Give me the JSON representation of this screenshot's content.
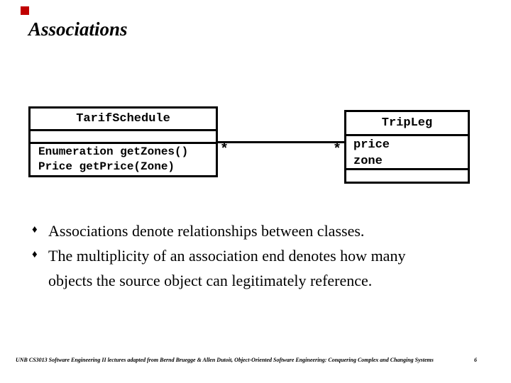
{
  "slide": {
    "title": "Associations",
    "bullet_char": "♦",
    "accent_color": "#c00000",
    "page_number": "6",
    "footer": "UNB CS3013 Software Engineering II lectures adapted from Bernd Bruegge & Allen Dutoit, Object-Oriented Software Engineering: Conquering Complex and Changing Systems"
  },
  "diagram": {
    "type": "uml-class-diagram",
    "classes": [
      {
        "name": "TarifSchedule",
        "attributes": [],
        "operations": [
          "Enumeration getZones()",
          "Price getPrice(Zone)"
        ]
      },
      {
        "name": "TripLeg",
        "attributes": [
          "price",
          "zone"
        ],
        "operations": []
      }
    ],
    "association": {
      "from": "TarifSchedule",
      "to": "TripLeg",
      "from_multiplicity": "*",
      "to_multiplicity": "*"
    }
  },
  "bullets": [
    {
      "lines": [
        "Associations denote relationships between classes."
      ]
    },
    {
      "lines": [
        "The multiplicity of an association end denotes how many",
        "objects the source object can legitimately reference."
      ]
    }
  ]
}
